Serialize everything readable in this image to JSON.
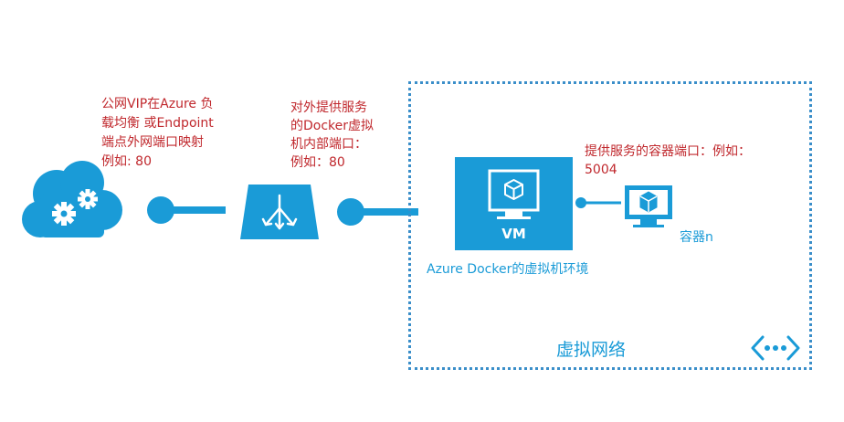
{
  "colors": {
    "accent_blue": "#1a9bd7",
    "label_red": "#c0282d",
    "border_blue": "#3a8ec9"
  },
  "icons": {
    "cloud": "cloud-gears-icon",
    "load_balancer": "load-balancer-icon",
    "vm": "monitor-cube-icon",
    "container": "monitor-cube-icon",
    "virtual_network": "network-brackets-icon"
  },
  "labels": {
    "public_vip": [
      "公网VIP在Azure 负",
      "载均衡 或Endpoint",
      "端点外网端口映射",
      "例如: 80"
    ],
    "external_service": [
      "对外提供服务",
      "的Docker虚拟",
      "机内部端口：",
      "例如：80"
    ],
    "container_port": [
      "提供服务的容器端口：例如：",
      "5004"
    ]
  },
  "vm": {
    "label": "VM",
    "caption": "Azure Docker的虚拟机环境"
  },
  "container": {
    "label": "容器n"
  },
  "vnet": {
    "label": "虚拟网络"
  }
}
